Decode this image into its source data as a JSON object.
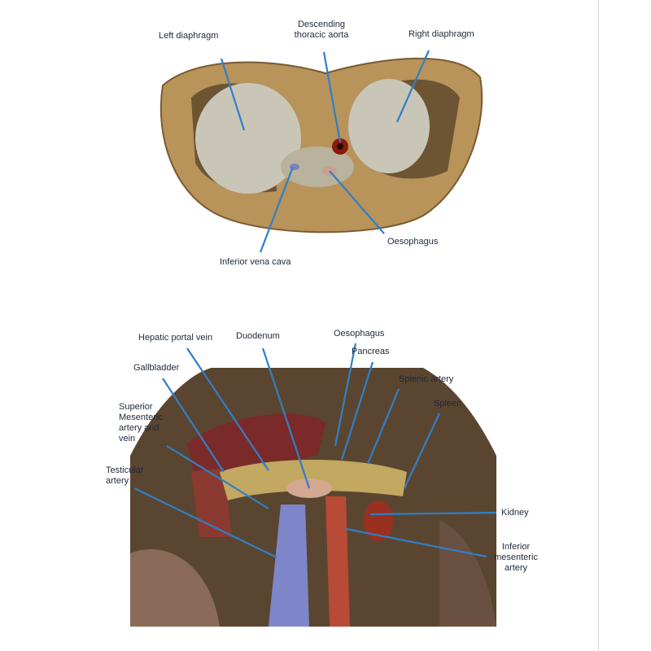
{
  "top_figure": {
    "labels": {
      "left_diaphragm": "Left diaphragm",
      "aorta_line1": "Descending",
      "aorta_line2": "thoracic aorta",
      "right_diaphragm": "Right diaphragm",
      "oesophagus": "Oesophagus",
      "ivc": "Inferior vena cava"
    }
  },
  "bottom_figure": {
    "labels": {
      "hepatic_portal_vein": "Hepatic portal vein",
      "duodenum": "Duodenum",
      "oesophagus": "Oesophagus",
      "pancreas": "Pancreas",
      "gallbladder": "Gallbladder",
      "splenic_artery": "Splenic artery",
      "spleen": "Spleen",
      "sma_line1": "Superior",
      "sma_line2": "Mesenteric",
      "sma_line3": "artery and",
      "sma_line4": "vein",
      "testicular_line1": "Testicular",
      "testicular_line2": "artery",
      "kidney": "Kidney",
      "ima_line1": "Inferior",
      "ima_line2": "mesenteric",
      "ima_line3": "artery"
    }
  },
  "colors": {
    "leader": "#2f7fc8",
    "tissue": "#b8935a",
    "diaphragm": "#c9c6b8"
  }
}
